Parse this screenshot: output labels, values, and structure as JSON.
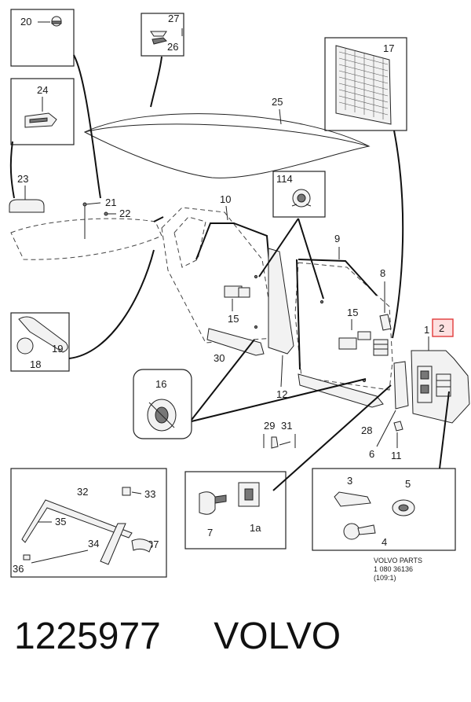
{
  "callouts": {
    "c20": "20",
    "c27": "27",
    "c26": "26",
    "c17": "17",
    "c24": "24",
    "c25": "25",
    "c23": "23",
    "c114": "114",
    "c21": "21",
    "c22": "22",
    "c10": "10",
    "c9": "9",
    "c8": "8",
    "c15a": "15",
    "c15b": "15",
    "c1": "1",
    "c2": "2",
    "c19": "19",
    "c18": "18",
    "c30": "30",
    "c12": "12",
    "c16": "16",
    "c29": "29",
    "c31": "31",
    "c28": "28",
    "c6": "6",
    "c11": "11",
    "c32": "32",
    "c33": "33",
    "c35": "35",
    "c34": "34",
    "c37": "37",
    "c36": "36",
    "c7": "7",
    "c1a": "1a",
    "c3": "3",
    "c5": "5",
    "c4": "4"
  },
  "source_note": {
    "line1": "VOLVO PARTS",
    "line2": "1 080  36136",
    "line3": "(109:1)"
  },
  "footer": {
    "part_number": "1225977",
    "brand": "VOLVO"
  },
  "colors": {
    "highlight": "#e23a3a",
    "highlight_fill": "#fde0e0",
    "ink": "#222222"
  }
}
